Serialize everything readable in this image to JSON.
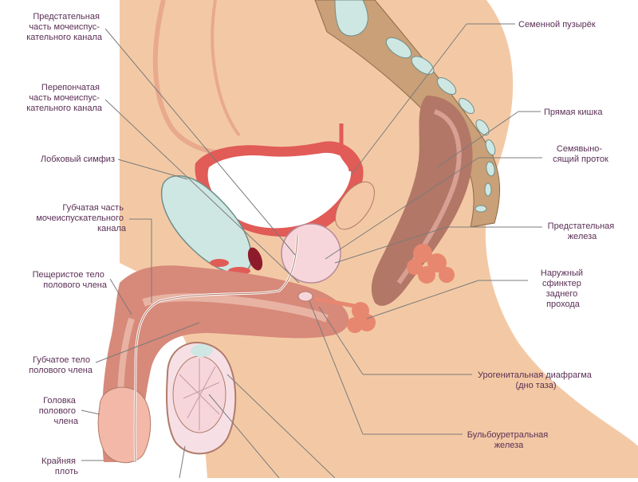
{
  "diagram": {
    "labels_left": [
      {
        "id": "prostatic-urethra",
        "lines": [
          "Предстательная",
          "часть мочеиспус-",
          "кательного канала"
        ]
      },
      {
        "id": "membranous-urethra",
        "lines": [
          "Перепончатая",
          "часть мочеиспус-",
          "кательного канала"
        ]
      },
      {
        "id": "pubic-symphysis",
        "lines": [
          "Лобковый симфиз"
        ]
      },
      {
        "id": "spongy-urethra",
        "lines": [
          "Губчатая часть",
          "мочеиспускательного",
          "канала"
        ]
      },
      {
        "id": "corpus-cavernosum",
        "lines": [
          "Пещеристое тело",
          "полового члена"
        ]
      },
      {
        "id": "corpus-spongiosum",
        "lines": [
          "Губчатое тело",
          "полового члена"
        ]
      },
      {
        "id": "glans",
        "lines": [
          "Головка",
          "полового",
          "члена"
        ]
      },
      {
        "id": "foreskin",
        "lines": [
          "Крайняя",
          "плоть"
        ]
      }
    ],
    "labels_right": [
      {
        "id": "seminal-vesicle",
        "lines": [
          "Семенной пузырёк"
        ]
      },
      {
        "id": "rectum",
        "lines": [
          "Прямая кишка"
        ]
      },
      {
        "id": "ejaculatory-duct",
        "lines": [
          "Семявыно-",
          "сящий проток"
        ]
      },
      {
        "id": "prostate",
        "lines": [
          "Предстательная",
          "железа"
        ]
      },
      {
        "id": "anal-sphincter",
        "lines": [
          "Наружный",
          "сфинктер",
          "заднего",
          "прохода"
        ]
      },
      {
        "id": "urogenital-diaphragm",
        "lines": [
          "Урогенитальная диафрагма",
          "(дно таза)"
        ]
      },
      {
        "id": "bulbourethral-gland",
        "lines": [
          "Бульбоуретральная",
          "железа"
        ]
      }
    ],
    "colors": {
      "skin": "#f3c9a5",
      "tissue": "#d7897a",
      "red": "#e15b57",
      "pink": "#f6d6db",
      "bone": "#cfe7e3",
      "text": "#5a2f55",
      "lead": "#7b7b7b"
    }
  }
}
